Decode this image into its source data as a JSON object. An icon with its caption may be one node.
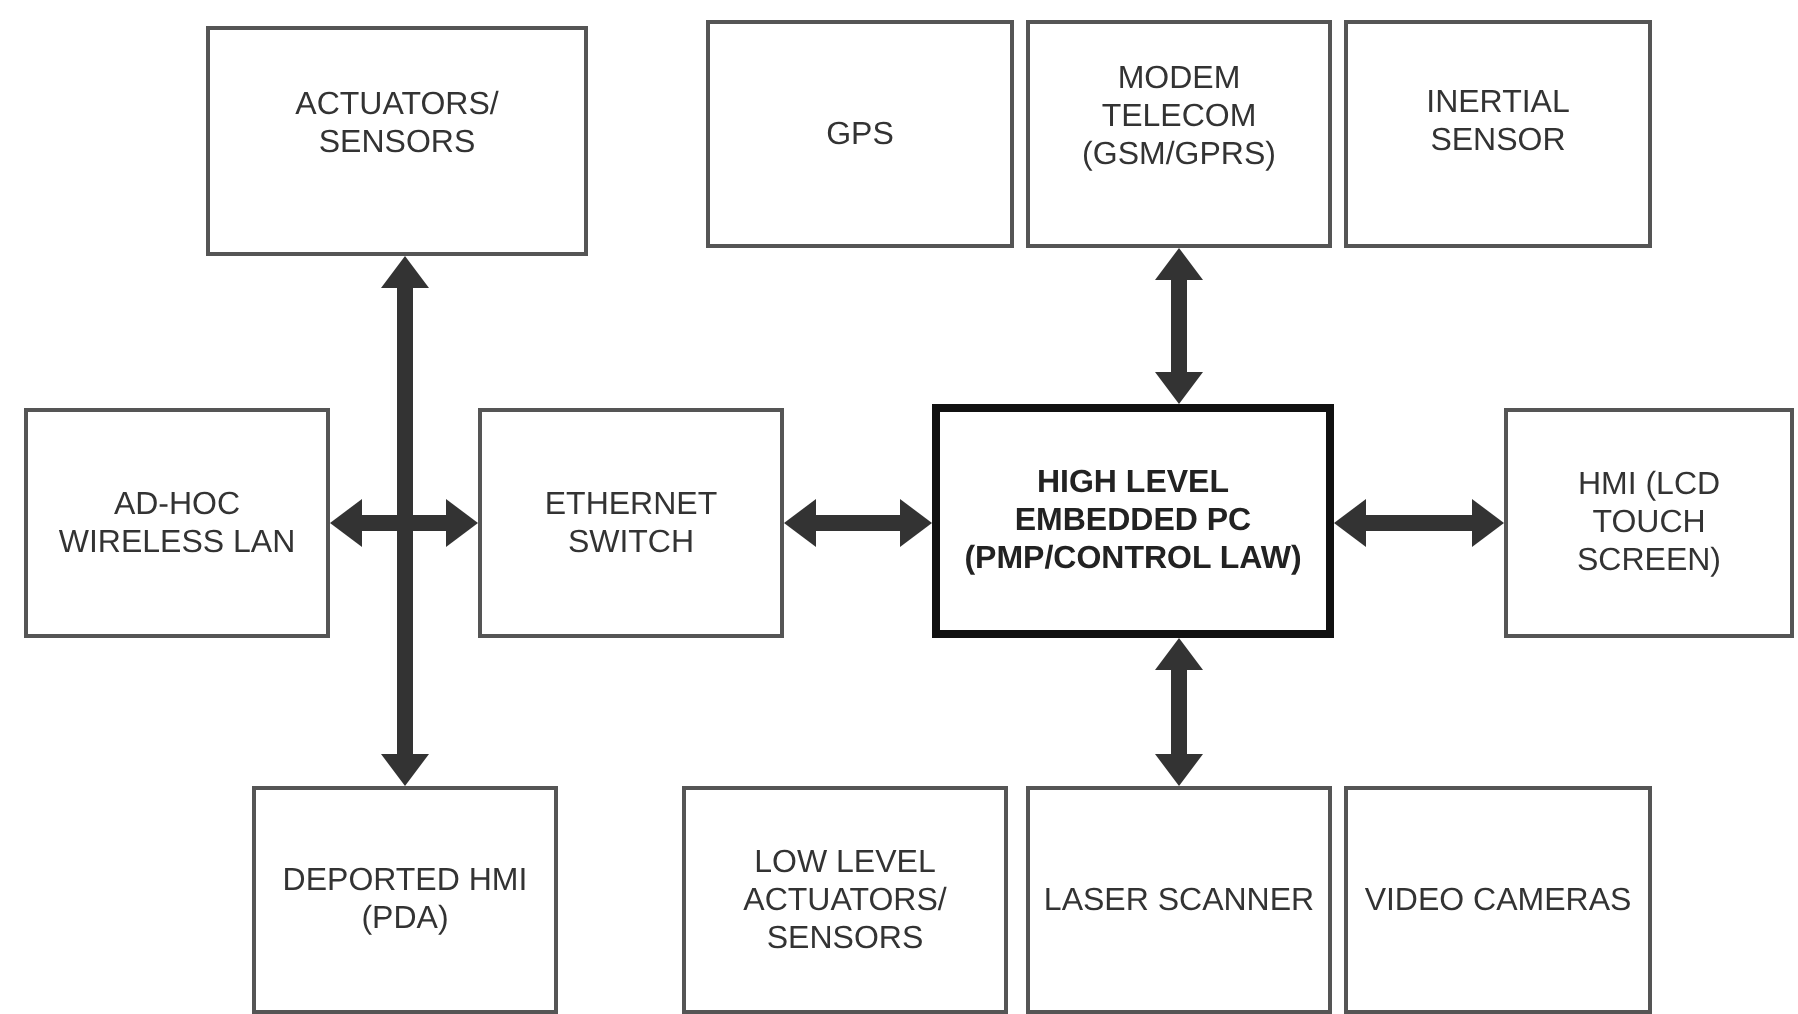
{
  "diagram": {
    "nodes": [
      {
        "text": [
          "ACTUATORS/ SENSORS"
        ]
      },
      {
        "text": [
          "GPS"
        ]
      },
      {
        "text": [
          "MODEM TELECOM (GSM/GPRS)"
        ]
      },
      {
        "text": [
          "INERTIAL SENSOR"
        ]
      },
      {
        "text": [
          "AD-HOC WIRELESS LAN"
        ]
      },
      {
        "text": [
          "ETHERNET SWITCH"
        ]
      },
      {
        "text": [
          "HIGH LEVEL EMBEDDED PC (PMP/CONTROL LAW)"
        ]
      },
      {
        "text": [
          "HMI (LCD TOUCH SCREEN)"
        ]
      },
      {
        "text": [
          "DEPORTED HMI (PDA)"
        ]
      },
      {
        "text": [
          "LOW LEVEL ACTUATORS/ SENSORS"
        ]
      },
      {
        "text": [
          "LASER SCANNER"
        ]
      },
      {
        "text": [
          "VIDEO CAMERAS"
        ]
      }
    ],
    "edges": [
      {
        "from": 0,
        "to": 8,
        "arrow": "both"
      },
      {
        "from": 4,
        "to": 5,
        "arrow": "both"
      },
      {
        "from": 5,
        "to": 6,
        "arrow": "both"
      },
      {
        "from": 2,
        "to": 6,
        "arrow": "both"
      },
      {
        "from": 6,
        "to": 7,
        "arrow": "both"
      },
      {
        "from": 6,
        "to": 10,
        "arrow": "both"
      }
    ]
  }
}
